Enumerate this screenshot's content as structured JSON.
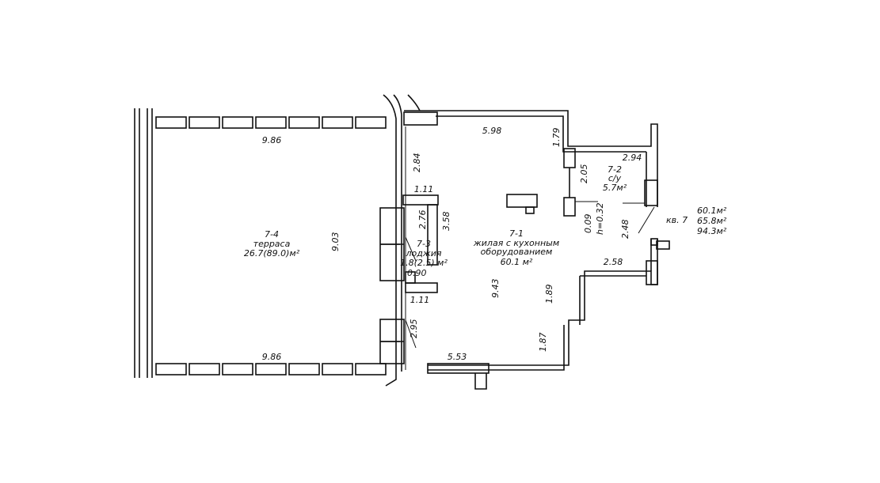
{
  "apartment": {
    "label": "кв. 7",
    "areas": [
      "60.1м²",
      "65.8м²",
      "94.3м²"
    ]
  },
  "rooms": [
    {
      "id": "7-1",
      "name_line1": "жилая с кухонным",
      "name_line2": "оборудованием",
      "area": "60.1 м²"
    },
    {
      "id": "7-2",
      "name": "с/у",
      "area": "5.7м²"
    },
    {
      "id": "7-3",
      "name": "лоджия",
      "area": "1.8(2.5) м²"
    },
    {
      "id": "7-4",
      "name": "терраса",
      "area": "26.7(89.0)м²"
    }
  ],
  "dimensions": {
    "terrace_top": "9.86",
    "terrace_bottom": "9.86",
    "terrace_height": "9.03",
    "main_top": "5.98",
    "main_left_upper": "2.84",
    "main_right_upper": "1.79",
    "wall_upper": "1.11",
    "loggia_inner": "2.76",
    "loggia_outer": "3.58",
    "loggia_width": "0.90",
    "wall_lower": "1.11",
    "main_height": "9.43",
    "main_left_lower": "2.95",
    "main_bottom": "5.53",
    "main_right_lower": "1.87",
    "step_right": "1.89",
    "step_top": "2.58",
    "door_height": "2.48",
    "bath_top": "2.94",
    "bath_side": "2.05",
    "threshold": "0.09",
    "threshold_h": "h=0.32"
  },
  "colors": {
    "line": "#111111",
    "paper": "#ffffff"
  }
}
